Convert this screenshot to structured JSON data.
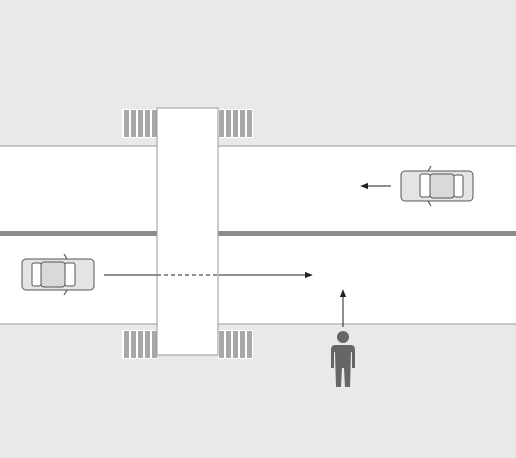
{
  "scene": {
    "type": "traffic-diagram",
    "colors": {
      "background": "#e9e9ea",
      "road": "#ffffff",
      "road_edge": "#9a9a9a",
      "center_line": "#8c8c8c",
      "bridge_fill": "#ffffff",
      "bridge_outline": "#9a9a9a",
      "stairs": "#a8a8a8",
      "car_body": "#e4e4e4",
      "car_outline": "#555555",
      "arrow": "#222222",
      "pedestrian": "#666666"
    },
    "elements": {
      "road": "two-lane-road",
      "bridge": "pedestrian-overpass",
      "stairs": [
        "stairs-top-left",
        "stairs-top-right",
        "stairs-bottom-left",
        "stairs-bottom-right"
      ],
      "cars": [
        {
          "name": "car-left",
          "direction": "right"
        },
        {
          "name": "car-right",
          "direction": "left"
        }
      ],
      "pedestrian": {
        "name": "pedestrian",
        "direction": "up"
      }
    }
  }
}
